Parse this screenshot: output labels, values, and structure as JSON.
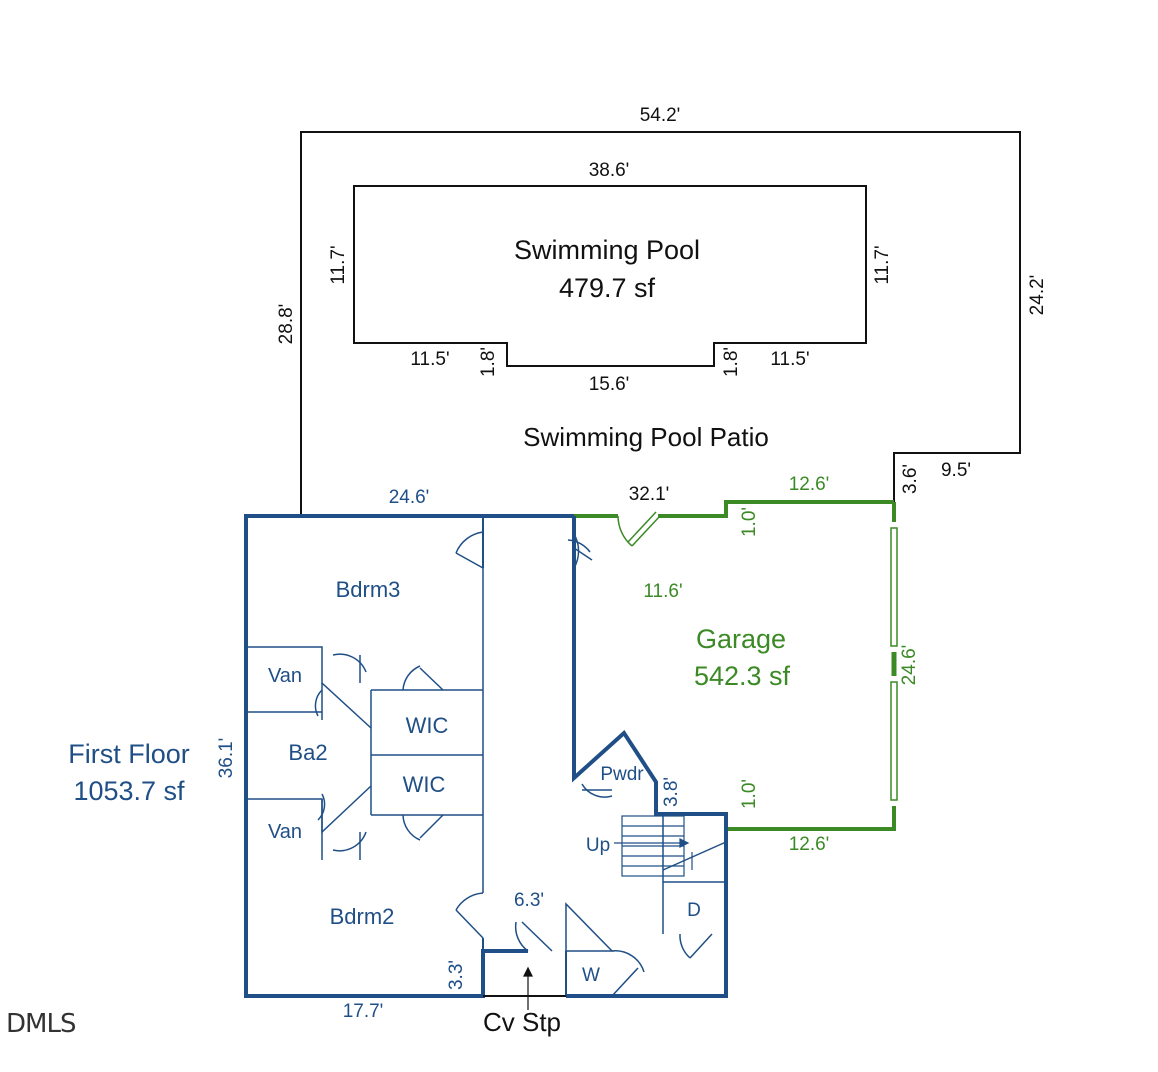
{
  "colors": {
    "outline": "#111111",
    "first_floor": "#1f4f86",
    "garage": "#3b8a26"
  },
  "pool": {
    "name": "Swimming Pool",
    "area": "479.7 sf"
  },
  "patio": {
    "name": "Swimming Pool Patio"
  },
  "garage": {
    "name": "Garage",
    "area": "542.3 sf"
  },
  "first_floor": {
    "name": "First Floor",
    "area": "1053.7 sf"
  },
  "rooms": {
    "bdrm3": "Bdrm3",
    "bdrm2": "Bdrm2",
    "ba2": "Ba2",
    "van_top": "Van",
    "van_bottom": "Van",
    "wic_top": "WIC",
    "wic_bottom": "WIC",
    "pwdr": "Pwdr",
    "up": "Up",
    "d": "D",
    "w": "W",
    "cv_stp": "Cv Stp"
  },
  "dimensions": {
    "patio_top": "54.2'",
    "patio_left": "28.8'",
    "patio_right": "24.2'",
    "patio_step_h": "9.5'",
    "patio_step_v": "3.6'",
    "pool_top": "38.6'",
    "pool_left": "11.7'",
    "pool_right": "11.7'",
    "pool_bottom_left": "11.5'",
    "pool_bottom_right": "11.5'",
    "pool_notch_left": "1.8'",
    "pool_notch_right": "1.8'",
    "pool_notch_bottom": "15.6'",
    "floor_top": "24.6'",
    "floor_left": "36.1'",
    "floor_bottom": "17.7'",
    "floor_notch": "3.3'",
    "entry": "6.3'",
    "pwdr_side": "3.8'",
    "garage_top_total": "32.1'",
    "garage_top_right": "12.6'",
    "garage_top_step": "1.0'",
    "garage_inner": "11.6'",
    "garage_right": "24.6'",
    "garage_bottom": "12.6'",
    "garage_bottom_step": "1.0'"
  },
  "watermark": "DMLS"
}
